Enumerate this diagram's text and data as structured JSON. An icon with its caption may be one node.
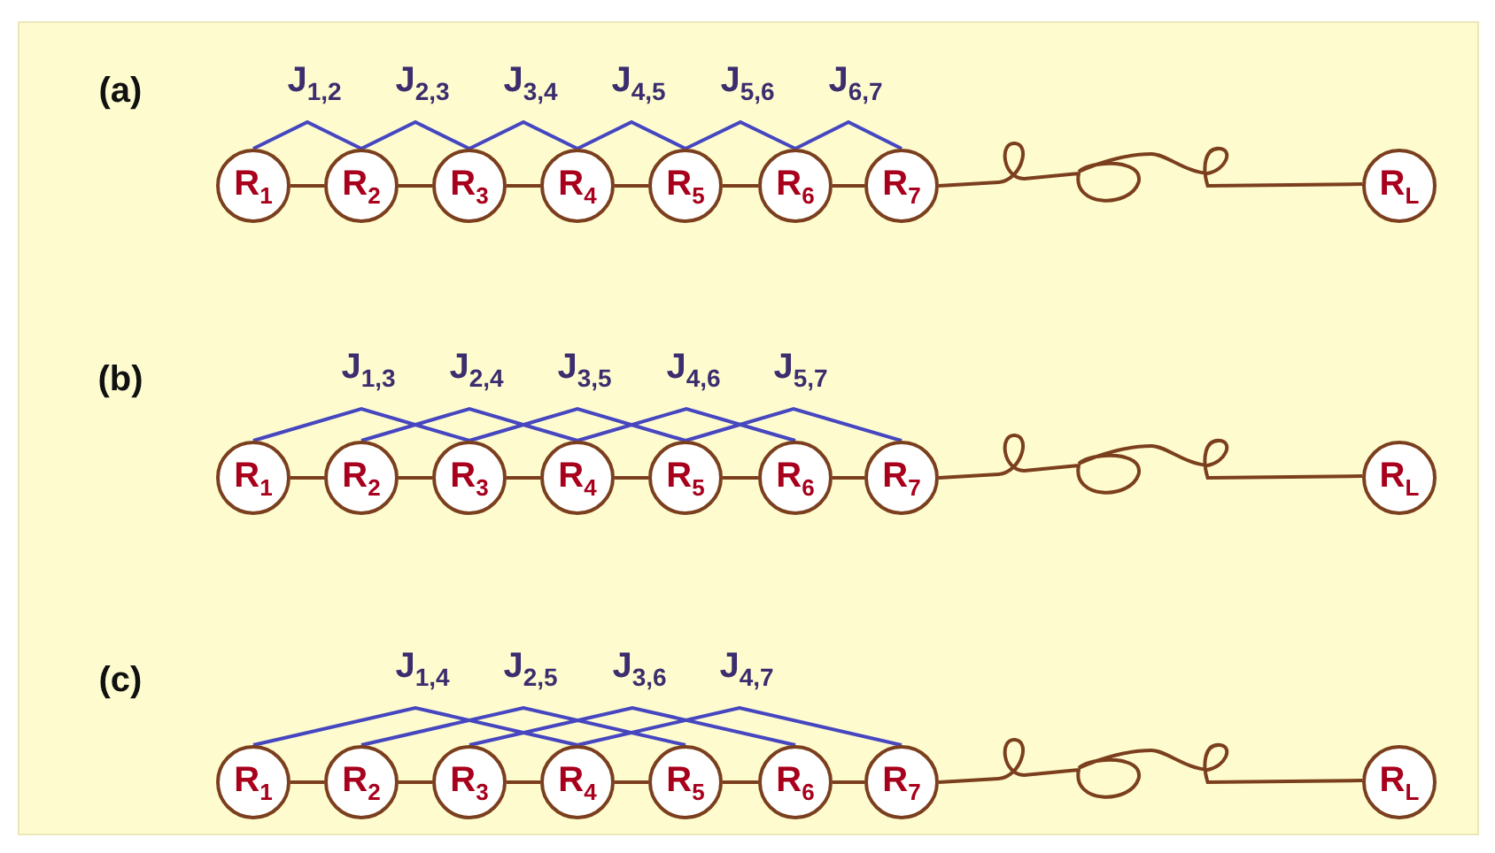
{
  "diagram": {
    "nodes": [
      {
        "text": [
          "R$_{1}$"
        ]
      },
      {
        "text": [
          "R$_{2}$"
        ]
      },
      {
        "text": [
          "R$_{3}$"
        ]
      },
      {
        "text": [
          "R$_{4}$"
        ]
      },
      {
        "text": [
          "R$_{5}$"
        ]
      },
      {
        "text": [
          "R$_{6}$"
        ]
      },
      {
        "text": [
          "R$_{7}$"
        ]
      },
      {
        "text": [
          "R$_{L}$"
        ]
      },
      {
        "text": [
          "R$_{1}$"
        ]
      },
      {
        "text": [
          "R$_{2}$"
        ]
      },
      {
        "text": [
          "R$_{3}$"
        ]
      },
      {
        "text": [
          "R$_{4}$"
        ]
      },
      {
        "text": [
          "R$_{5}$"
        ]
      },
      {
        "text": [
          "R$_{6}$"
        ]
      },
      {
        "text": [
          "R$_{7}$"
        ]
      },
      {
        "text": [
          "R$_{L}$"
        ]
      },
      {
        "text": [
          "R$_{1}$"
        ]
      },
      {
        "text": [
          "R$_{2}$"
        ]
      },
      {
        "text": [
          "R$_{3}$"
        ]
      },
      {
        "text": [
          "R$_{4}$"
        ]
      },
      {
        "text": [
          "R$_{5}$"
        ]
      },
      {
        "text": [
          "R$_{6}$"
        ]
      },
      {
        "text": [
          "R$_{7}$"
        ]
      },
      {
        "text": [
          "R$_{L}$"
        ]
      }
    ],
    "edges": [
      {
        "from": 0,
        "to": 1,
        "arrow": "none"
      },
      {
        "from": 1,
        "to": 2,
        "arrow": "none"
      },
      {
        "from": 2,
        "to": 3,
        "arrow": "none"
      },
      {
        "from": 3,
        "to": 4,
        "arrow": "none"
      },
      {
        "from": 4,
        "to": 5,
        "arrow": "none"
      },
      {
        "from": 5,
        "to": 6,
        "arrow": "none"
      },
      {
        "from": 6,
        "to": 7,
        "arrow": "none"
      },
      {
        "from": 0,
        "to": 1,
        "arrow": "none",
        "label": "J$_{1,2}$",
        "color": "#4646c0"
      },
      {
        "from": 1,
        "to": 2,
        "arrow": "none",
        "label": "J$_{2,3}$",
        "color": "#4646c0"
      },
      {
        "from": 2,
        "to": 3,
        "arrow": "none",
        "label": "J$_{3,4}$",
        "color": "#4646c0"
      },
      {
        "from": 3,
        "to": 4,
        "arrow": "none",
        "label": "J$_{4,5}$",
        "color": "#4646c0"
      },
      {
        "from": 4,
        "to": 5,
        "arrow": "none",
        "label": "J$_{5,6}$",
        "color": "#4646c0"
      },
      {
        "from": 5,
        "to": 6,
        "arrow": "none",
        "label": "J$_{6,7}$",
        "color": "#4646c0"
      },
      {
        "from": 8,
        "to": 9,
        "arrow": "none"
      },
      {
        "from": 9,
        "to": 10,
        "arrow": "none"
      },
      {
        "from": 10,
        "to": 11,
        "arrow": "none"
      },
      {
        "from": 11,
        "to": 12,
        "arrow": "none"
      },
      {
        "from": 12,
        "to": 13,
        "arrow": "none"
      },
      {
        "from": 13,
        "to": 14,
        "arrow": "none"
      },
      {
        "from": 14,
        "to": 15,
        "arrow": "none"
      },
      {
        "from": 8,
        "to": 10,
        "arrow": "none",
        "label": "J$_{1,3}$",
        "color": "#4646c0"
      },
      {
        "from": 9,
        "to": 11,
        "arrow": "none",
        "label": "J$_{2,4}$",
        "color": "#4646c0"
      },
      {
        "from": 10,
        "to": 12,
        "arrow": "none",
        "label": "J$_{3,5}$",
        "color": "#4646c0"
      },
      {
        "from": 11,
        "to": 13,
        "arrow": "none",
        "label": "J$_{4,6}$",
        "color": "#4646c0"
      },
      {
        "from": 12,
        "to": 14,
        "arrow": "none",
        "label": "J$_{5,7}$",
        "color": "#4646c0"
      },
      {
        "from": 16,
        "to": 17,
        "arrow": "none"
      },
      {
        "from": 17,
        "to": 18,
        "arrow": "none"
      },
      {
        "from": 18,
        "to": 19,
        "arrow": "none"
      },
      {
        "from": 19,
        "to": 20,
        "arrow": "none"
      },
      {
        "from": 20,
        "to": 21,
        "arrow": "none"
      },
      {
        "from": 21,
        "to": 22,
        "arrow": "none"
      },
      {
        "from": 22,
        "to": 23,
        "arrow": "none"
      },
      {
        "from": 16,
        "to": 19,
        "arrow": "none",
        "label": "J$_{1,4}$",
        "color": "#4646c0"
      },
      {
        "from": 17,
        "to": 20,
        "arrow": "none",
        "label": "J$_{2,5}$",
        "color": "#4646c0"
      },
      {
        "from": 18,
        "to": 21,
        "arrow": "none",
        "label": "J$_{3,6}$",
        "color": "#4646c0"
      },
      {
        "from": 19,
        "to": 22,
        "arrow": "none",
        "label": "J$_{4,7}$",
        "color": "#4646c0"
      }
    ],
    "labels": [
      "(a)",
      "(b)",
      "(c)"
    ]
  }
}
